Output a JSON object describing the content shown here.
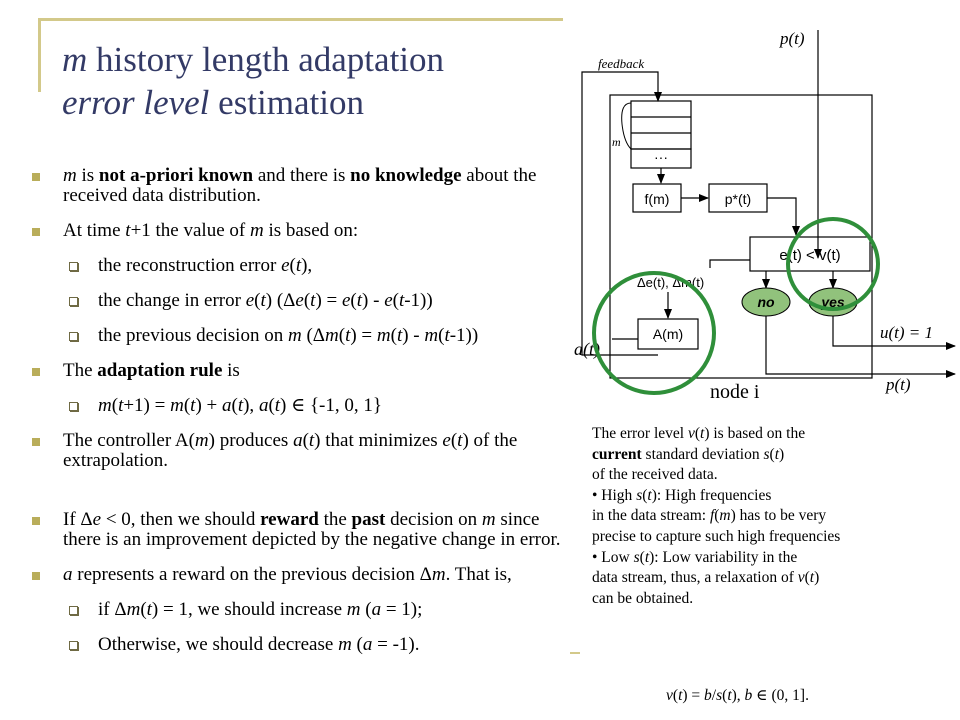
{
  "title": {
    "line1_var": "m",
    "line1_rest": " history length adaptation",
    "line2_var": "error level",
    "line2_rest": " estimation"
  },
  "bullets": [
    {
      "level": 1,
      "html": "<span class=\"it\">m</span> is <span class=\"b\">not a-priori known</span> and there is <span class=\"b\">no knowledge</span> about the received data distribution."
    },
    {
      "level": 1,
      "html": "At time <span class=\"it\">t</span>+1 the value of <span class=\"it\">m</span> is based on:"
    },
    {
      "level": 2,
      "html": "the reconstruction error <span class=\"it\">e</span>(<span class=\"it\">t</span>),"
    },
    {
      "level": 2,
      "html": "the change in error <span class=\"it\">e</span>(<span class=\"it\">t</span>) (Δ<span class=\"it\">e</span>(<span class=\"it\">t</span>) = <span class=\"it\">e</span>(<span class=\"it\">t</span>) - <span class=\"it\">e</span>(<span class=\"it\">t</span>-1))"
    },
    {
      "level": 2,
      "html": "the previous decision on <span class=\"it\">m</span> (Δ<span class=\"it\">m</span>(<span class=\"it\">t</span>) = <span class=\"it\">m</span>(<span class=\"it\">t</span>) - <span class=\"it\">m</span>(<span class=\"it\">t</span>-1))"
    },
    {
      "level": 1,
      "html": "The <span class=\"b\">adaptation rule</span> is"
    },
    {
      "level": 2,
      "html": "<span class=\"it\">m</span>(<span class=\"it\">t</span>+1) = <span class=\"it\">m</span>(<span class=\"it\">t</span>) + <span class=\"it\">a</span>(<span class=\"it\">t</span>), <span class=\"it\">a</span>(<span class=\"it\">t</span>) ∈ {-1, 0, 1}"
    },
    {
      "level": 1,
      "html": "The controller A(<span class=\"it\">m</span>) produces <span class=\"it\">a</span>(<span class=\"it\">t</span>) that minimizes <span class=\"it\">e</span>(<span class=\"it\">t</span>) of the extrapolation."
    },
    {
      "level": 1,
      "html": "If Δ<span class=\"it\">e</span> &lt; 0, then we should <span class=\"b\">reward</span> the <span class=\"b\">past</span> decision on <span class=\"it\">m</span> since there is an improvement depicted by the negative change in error."
    },
    {
      "level": 1,
      "html": "<span class=\"it\">a</span> represents a reward on the previous decision Δ<span class=\"it\">m</span>. That is,"
    },
    {
      "level": 2,
      "html": "if Δ<span class=\"it\">m</span>(<span class=\"it\">t</span>) = 1, we should increase <span class=\"it\">m</span> (<span class=\"it\">a</span> = 1);"
    },
    {
      "level": 2,
      "html": "Otherwise, we should decrease <span class=\"it\">m</span> (<span class=\"it\">a</span> = -1)."
    }
  ],
  "diagram": {
    "feedback": "feedback",
    "p_top": "p(t)",
    "m_label": "m",
    "dots": "···",
    "f_box": "f(m)",
    "pstar_box": "p*(t)",
    "cond_box": "e(t) < v(t)",
    "delta_label": "Δe(t), Δm(t)",
    "no": "no",
    "yes": "yes",
    "A_box": "A(m)",
    "a_label": "a(t)",
    "u_label": "u(t) = 1",
    "p_bottom": "p(t)",
    "node_label": "node i",
    "colors": {
      "node_green": "#91c27c",
      "highlight_circle": "#2f8f3a",
      "accent": "#d3c98a",
      "title": "#333a66"
    }
  },
  "caption_lines": [
    "The error level <span class=\"it\">v</span>(<span class=\"it\">t</span>) is based on the",
    "<span class=\"b\">current</span> standard deviation <span class=\"it\">s</span>(<span class=\"it\">t</span>)",
    "of the received data.",
    "• High <span class=\"it\">s</span>(<span class=\"it\">t</span>): High frequencies",
    "in the data stream: <span class=\"it\">f</span>(<span class=\"it\">m</span>) has to be very",
    "precise to capture such high frequencies",
    "• Low <span class=\"it\">s</span>(<span class=\"it\">t</span>): Low variability in the",
    "data stream, thus, a relaxation of <span class=\"it\">v</span>(<span class=\"it\">t</span>)",
    "can be obtained."
  ],
  "formula": "<span class=\"it\">v</span>(<span class=\"it\">t</span>) = <span class=\"it\">b</span>/<span class=\"it\">s</span>(<span class=\"it\">t</span>), <span class=\"it\">b</span> ∈ (0, 1]."
}
